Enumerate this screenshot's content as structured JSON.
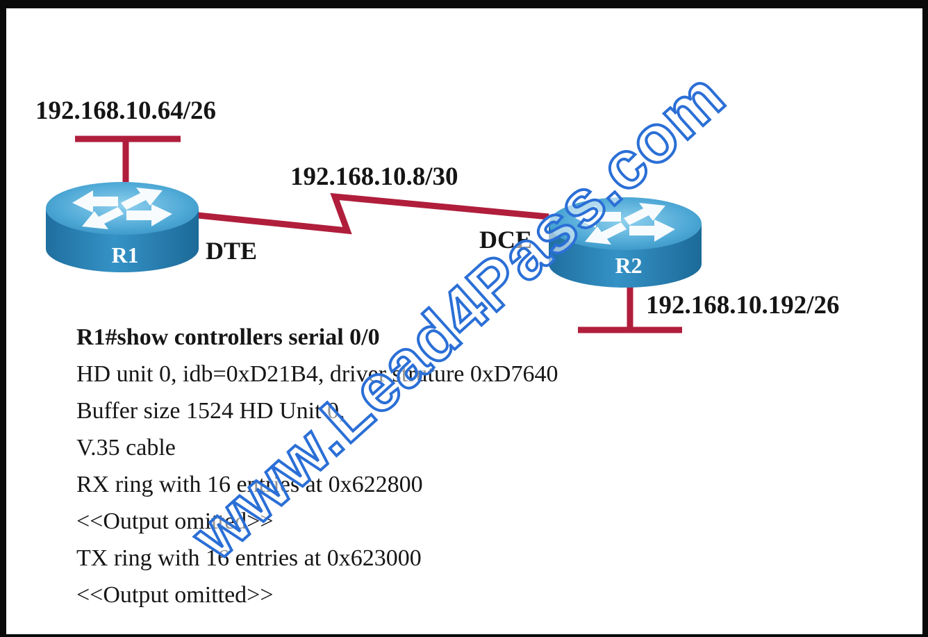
{
  "networks": {
    "r1_lan": "192.168.10.64/26",
    "serial_link": "192.168.10.8/30",
    "r2_lan": "192.168.10.192/26"
  },
  "routers": {
    "r1": {
      "name": "R1",
      "interface_role": "DTE"
    },
    "r2": {
      "name": "R2",
      "interface_role": "DCE"
    }
  },
  "cli_output": {
    "command": "R1#show controllers serial 0/0",
    "lines": [
      "HD unit 0, idb=0xD21B4, driver struture 0xD7640",
      "Buffer size 1524 HD Unit 0,",
      "V.35 cable",
      "RX ring with 16 entries at 0x622800",
      "<<Output omitted>>",
      "TX ring with 16 entries at 0x623000",
      "<<Output omitted>>"
    ]
  },
  "watermark": "www.Lead4Pass.com",
  "colors": {
    "link": "#b01e3c",
    "router_top": "#5ab3da",
    "router_side": "#2a84b8",
    "watermark_outline": "#2b6fd6",
    "frame": "#0a0a0a"
  }
}
